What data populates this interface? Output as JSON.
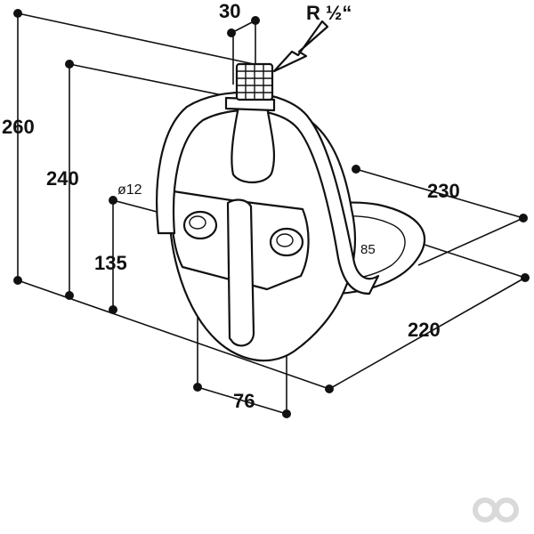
{
  "dimensions": {
    "d_260": "260",
    "d_240": "240",
    "d_135": "135",
    "d_30": "30",
    "d_thread": "R ½“",
    "d_230": "230",
    "d_220": "220",
    "d_76": "76",
    "d_hole": "ø12",
    "d_85": "85"
  },
  "colors": {
    "line": "#111111",
    "watermark": "#d9d9d9"
  },
  "icons": {
    "watermark": "infinity-logo-icon"
  }
}
